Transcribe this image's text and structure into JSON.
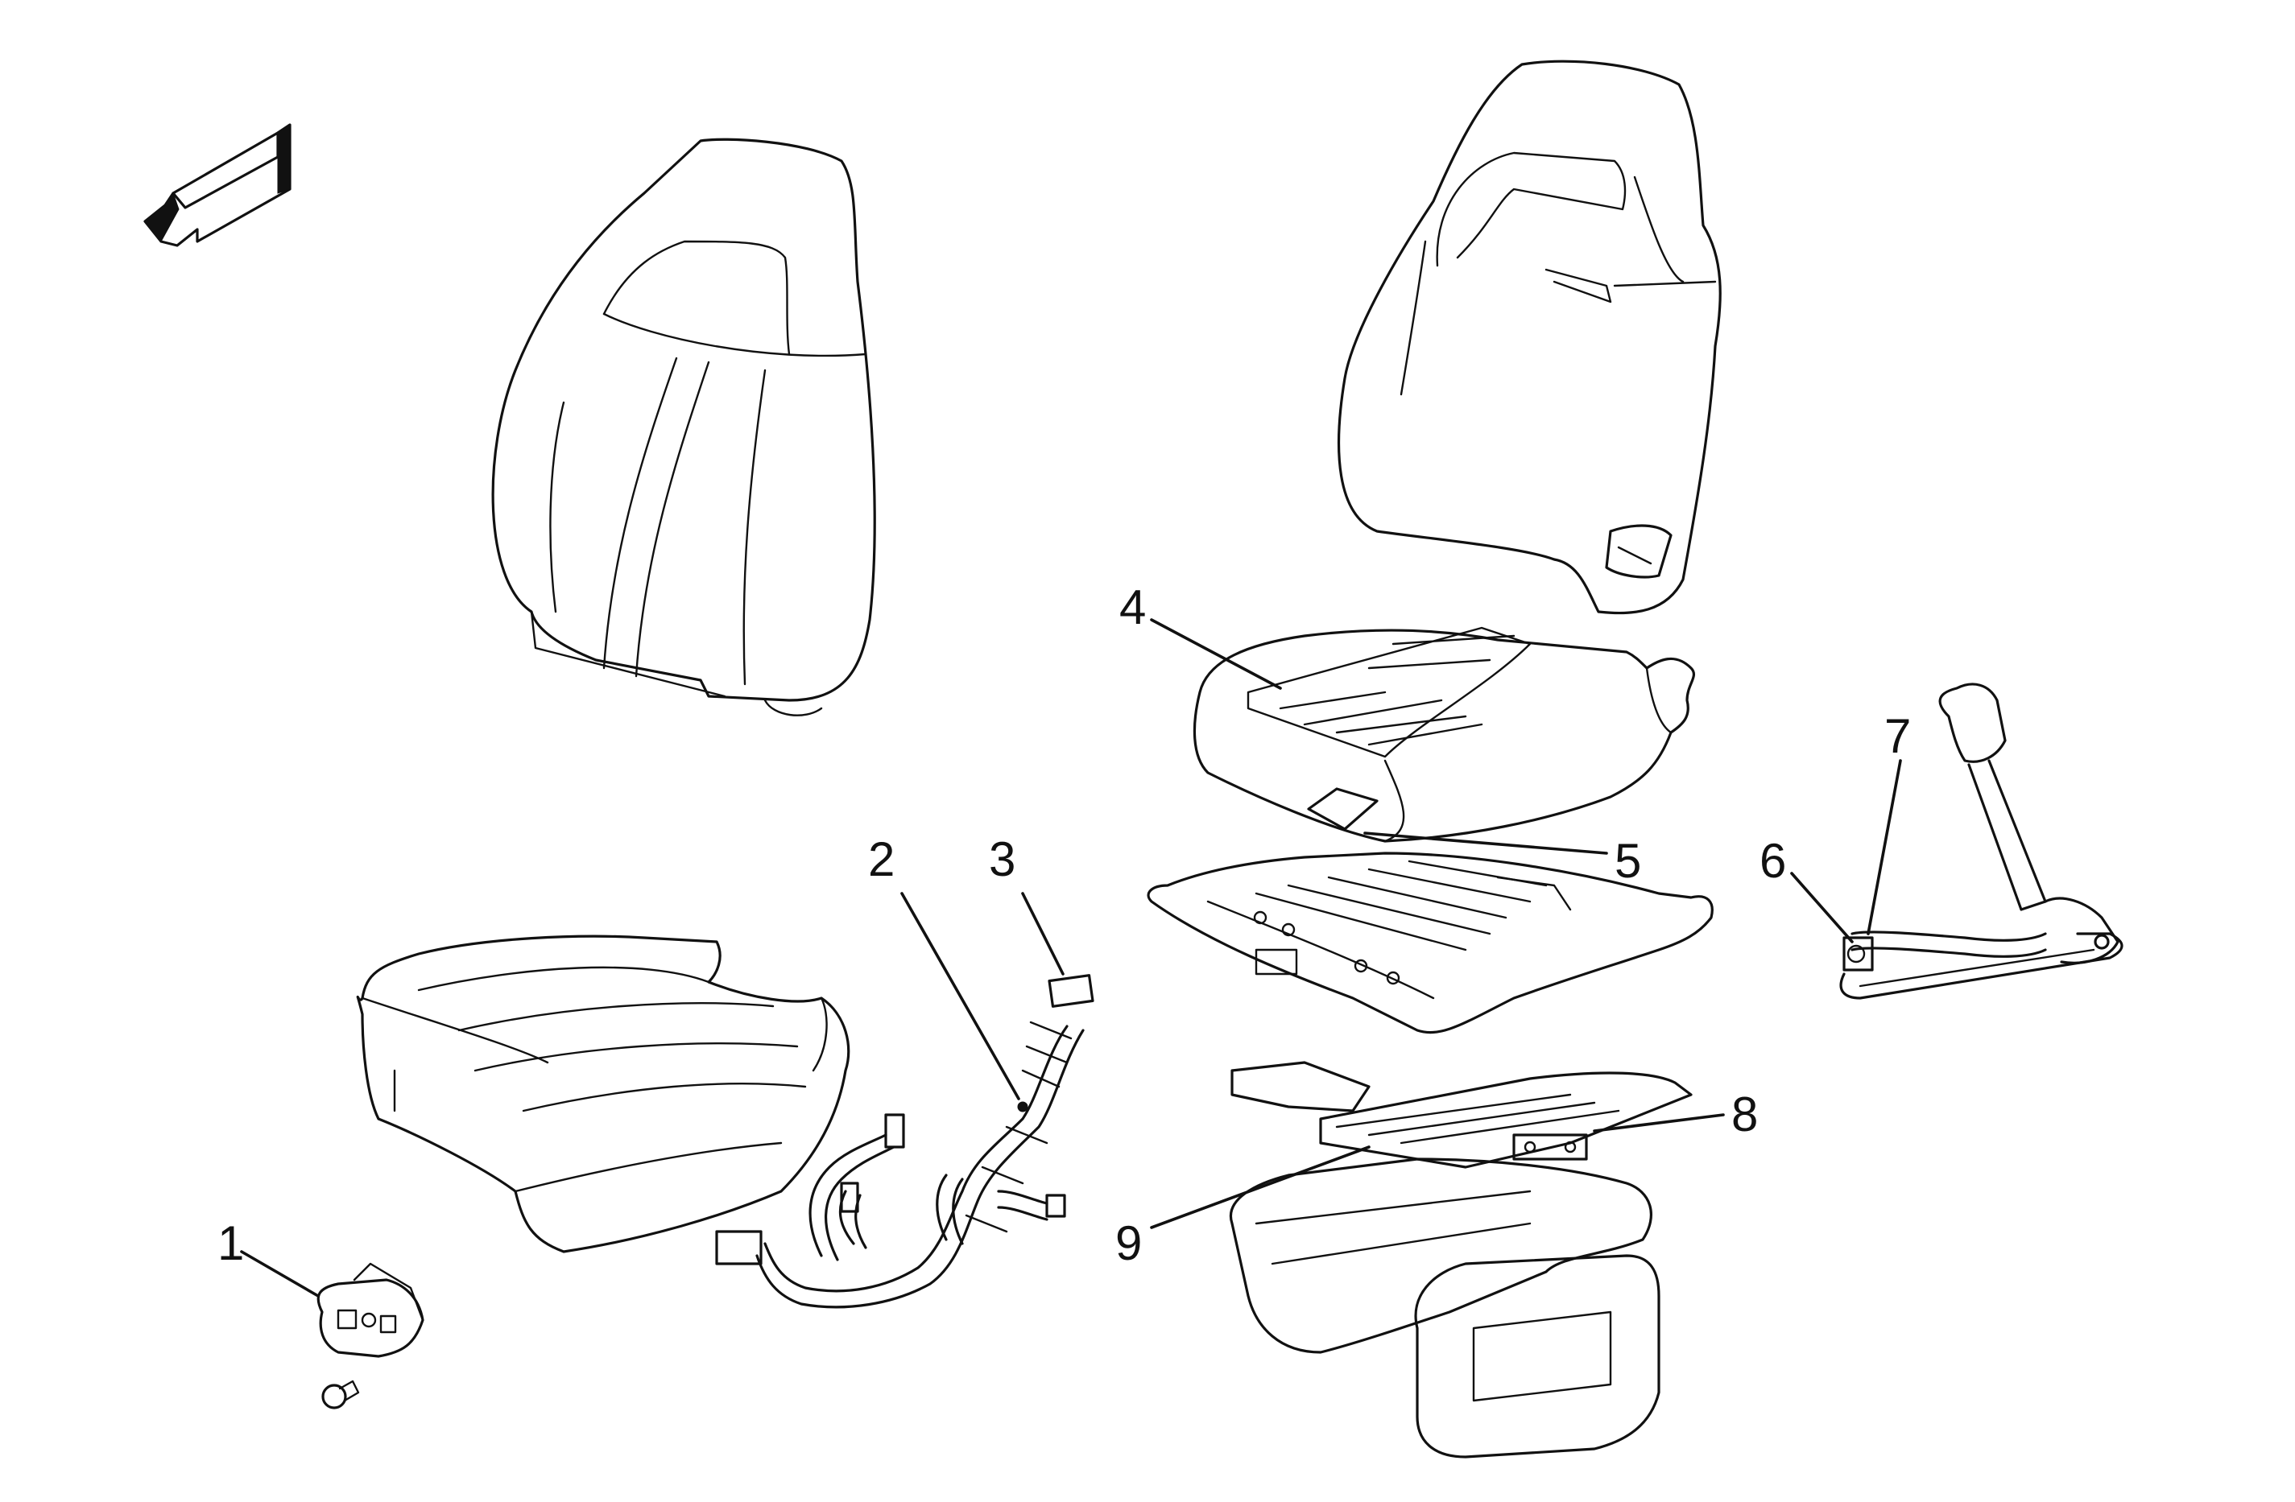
{
  "callouts": [
    {
      "id": "1",
      "label": "1"
    },
    {
      "id": "2",
      "label": "2"
    },
    {
      "id": "3",
      "label": "3"
    },
    {
      "id": "4",
      "label": "4"
    },
    {
      "id": "5",
      "label": "5"
    },
    {
      "id": "6",
      "label": "6"
    },
    {
      "id": "7",
      "label": "7"
    },
    {
      "id": "8",
      "label": "8"
    },
    {
      "id": "9",
      "label": "9"
    }
  ],
  "icons": {
    "direction_arrow": "front-direction-arrow-icon"
  },
  "colors": {
    "line": "#111111",
    "background": "#ffffff"
  }
}
